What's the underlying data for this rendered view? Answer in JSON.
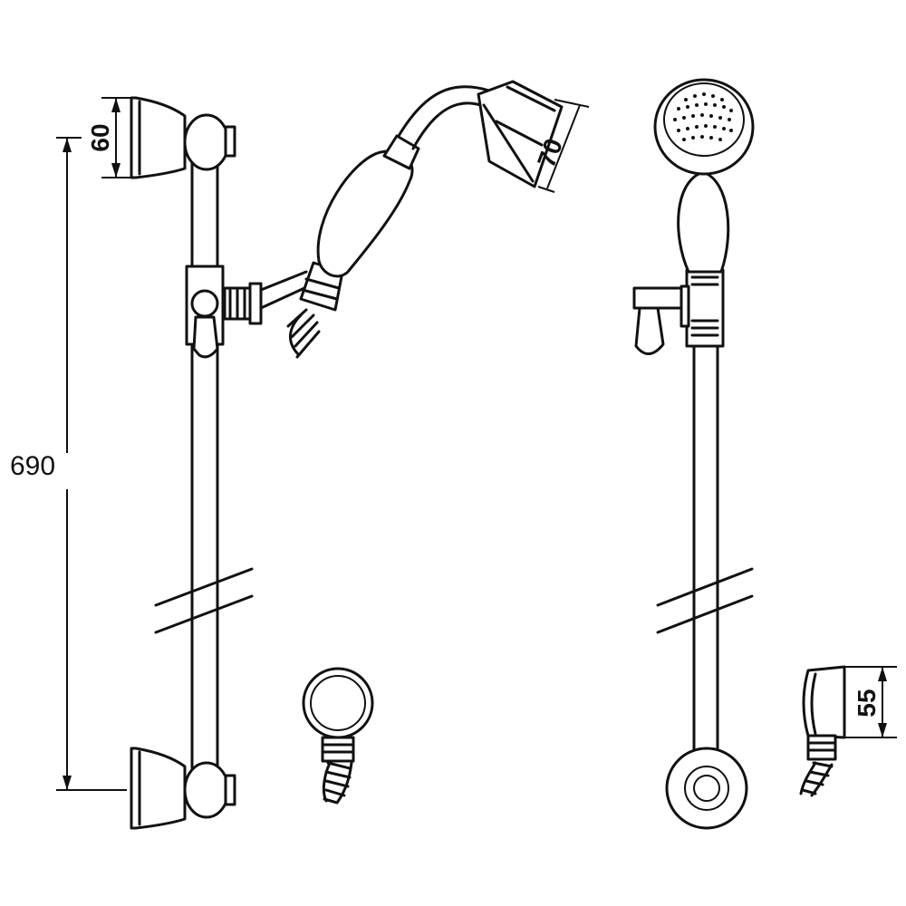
{
  "dimensions": {
    "overall_length": "690",
    "bracket_height": "60",
    "head_diameter": "70",
    "outlet_height": "55"
  }
}
